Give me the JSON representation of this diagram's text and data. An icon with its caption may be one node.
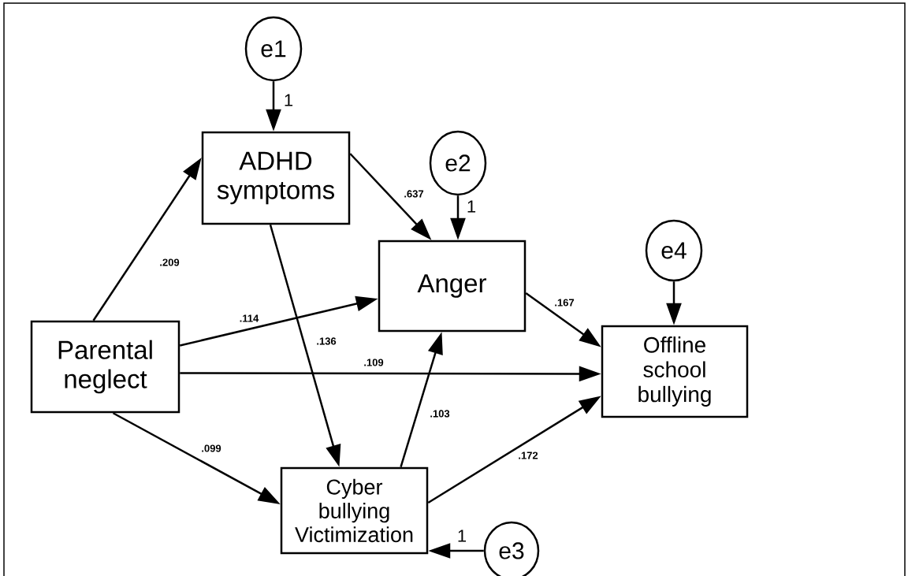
{
  "diagram": {
    "nodes": [
      {
        "text": [
          "e1"
        ]
      },
      {
        "text": [
          "ADHD symptoms"
        ]
      },
      {
        "text": [
          "e2"
        ]
      },
      {
        "text": [
          "Anger"
        ]
      },
      {
        "text": [
          "e4"
        ]
      },
      {
        "text": [
          "Parental neglect"
        ]
      },
      {
        "text": [
          "Offline school bullying"
        ]
      },
      {
        "text": [
          "Cyber bullying Victimization"
        ]
      },
      {
        "text": [
          "e3"
        ]
      }
    ],
    "edges": [
      {
        "from": 0,
        "to": 1,
        "arrow": "to",
        "label": "1"
      },
      {
        "from": 5,
        "to": 1,
        "arrow": "to",
        "label": ".209"
      },
      {
        "from": 1,
        "to": 3,
        "arrow": "to",
        "label": ".637"
      },
      {
        "from": 2,
        "to": 3,
        "arrow": "to",
        "label": "1"
      },
      {
        "from": 5,
        "to": 3,
        "arrow": "to",
        "label": ".114"
      },
      {
        "from": 1,
        "to": 7,
        "arrow": "to",
        "label": ".136"
      },
      {
        "from": 5,
        "to": 6,
        "arrow": "to",
        "label": ".109"
      },
      {
        "from": 3,
        "to": 6,
        "arrow": "to",
        "label": ".167"
      },
      {
        "from": 4,
        "to": 6,
        "arrow": "to"
      },
      {
        "from": 7,
        "to": 3,
        "arrow": "to",
        "label": ".103"
      },
      {
        "from": 5,
        "to": 7,
        "arrow": "to",
        "label": ".099"
      },
      {
        "from": 7,
        "to": 6,
        "arrow": "to",
        "label": ".172"
      },
      {
        "from": 8,
        "to": 7,
        "arrow": "to",
        "label": "1"
      }
    ]
  }
}
